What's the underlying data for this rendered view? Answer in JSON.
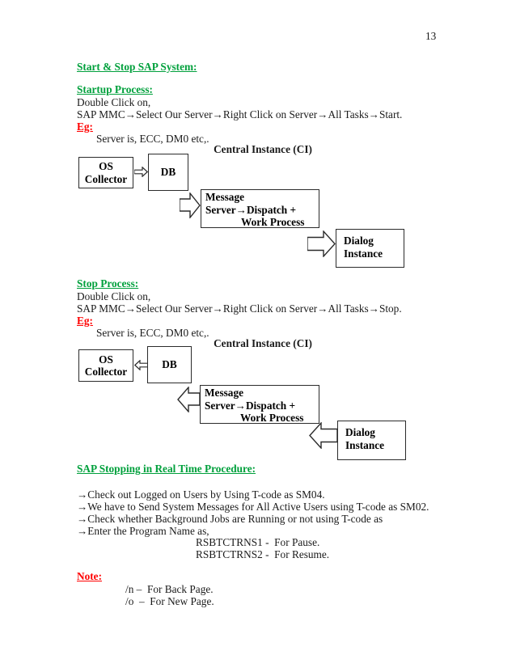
{
  "page": {
    "number": "13"
  },
  "colors": {
    "heading_green": "#00A03C",
    "label_red": "#FF0000",
    "text_black": "#1a1a1a"
  },
  "headings": {
    "main": "Start & Stop SAP System:",
    "startup": "Startup Process:",
    "stop": "Stop Process:",
    "realtime": "SAP Stopping in Real Time Procedure:",
    "note": "Note:"
  },
  "startup": {
    "line1": "Double Click on,",
    "line2": "SAP MMC→Select Our Server→Right Click on Server→All Tasks→Start.",
    "eg": "Eg:",
    "server": "Server is, ECC, DM0 etc,.",
    "diagram_title": "Central Instance (CI)"
  },
  "stop": {
    "line1": "Double Click on,",
    "line2": "SAP MMC→Select Our Server→Right Click on Server→All Tasks→Stop.",
    "eg": "Eg:",
    "server": "Server is, ECC, DM0 etc,.",
    "diagram_title": "Central Instance (CI)"
  },
  "diagram": {
    "os_line1": "OS",
    "os_line2": "Collector",
    "db": "DB",
    "msg_line1": "Message",
    "msg_line2": "Server→Dispatch +",
    "msg_line3": "Work Process",
    "dialog_line1": "Dialog",
    "dialog_line2": "Instance"
  },
  "realtime": {
    "steps": [
      "→Check out Logged on Users by Using T-code as SM04.",
      "→We have to Send System Messages for All Active Users using T-code as SM02.",
      "→Check whether Background Jobs are Running or not using T-code as",
      "→Enter the Program Name as,"
    ],
    "programs": [
      "RSBTCTRNS1 -  For Pause.",
      "RSBTCTRNS2 -  For Resume."
    ]
  },
  "note_items": [
    "/n –  For Back Page.",
    "/o  –  For New Page."
  ]
}
